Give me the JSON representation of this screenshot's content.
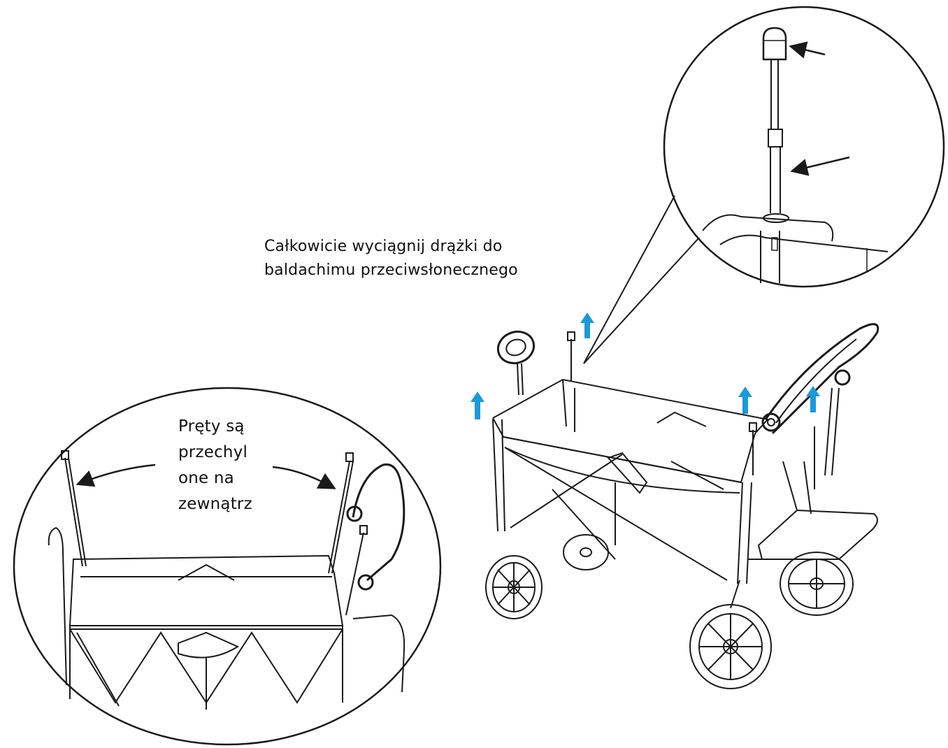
{
  "captions": {
    "extend_instruction": [
      "Całkowicie wyciągnij drążki do",
      "baldachimu przeciwsłonecznego"
    ],
    "tilt_note": [
      "Pręty są",
      "przechyl",
      "one na",
      "zewnątrz"
    ]
  },
  "colors": {
    "line": "#1a1a1a",
    "arrow_blue": "#1a9ad9",
    "background": "#ffffff"
  },
  "icons": {
    "up_arrow": "arrow-up-icon",
    "pointer_arrow": "arrow-pointer-icon"
  }
}
